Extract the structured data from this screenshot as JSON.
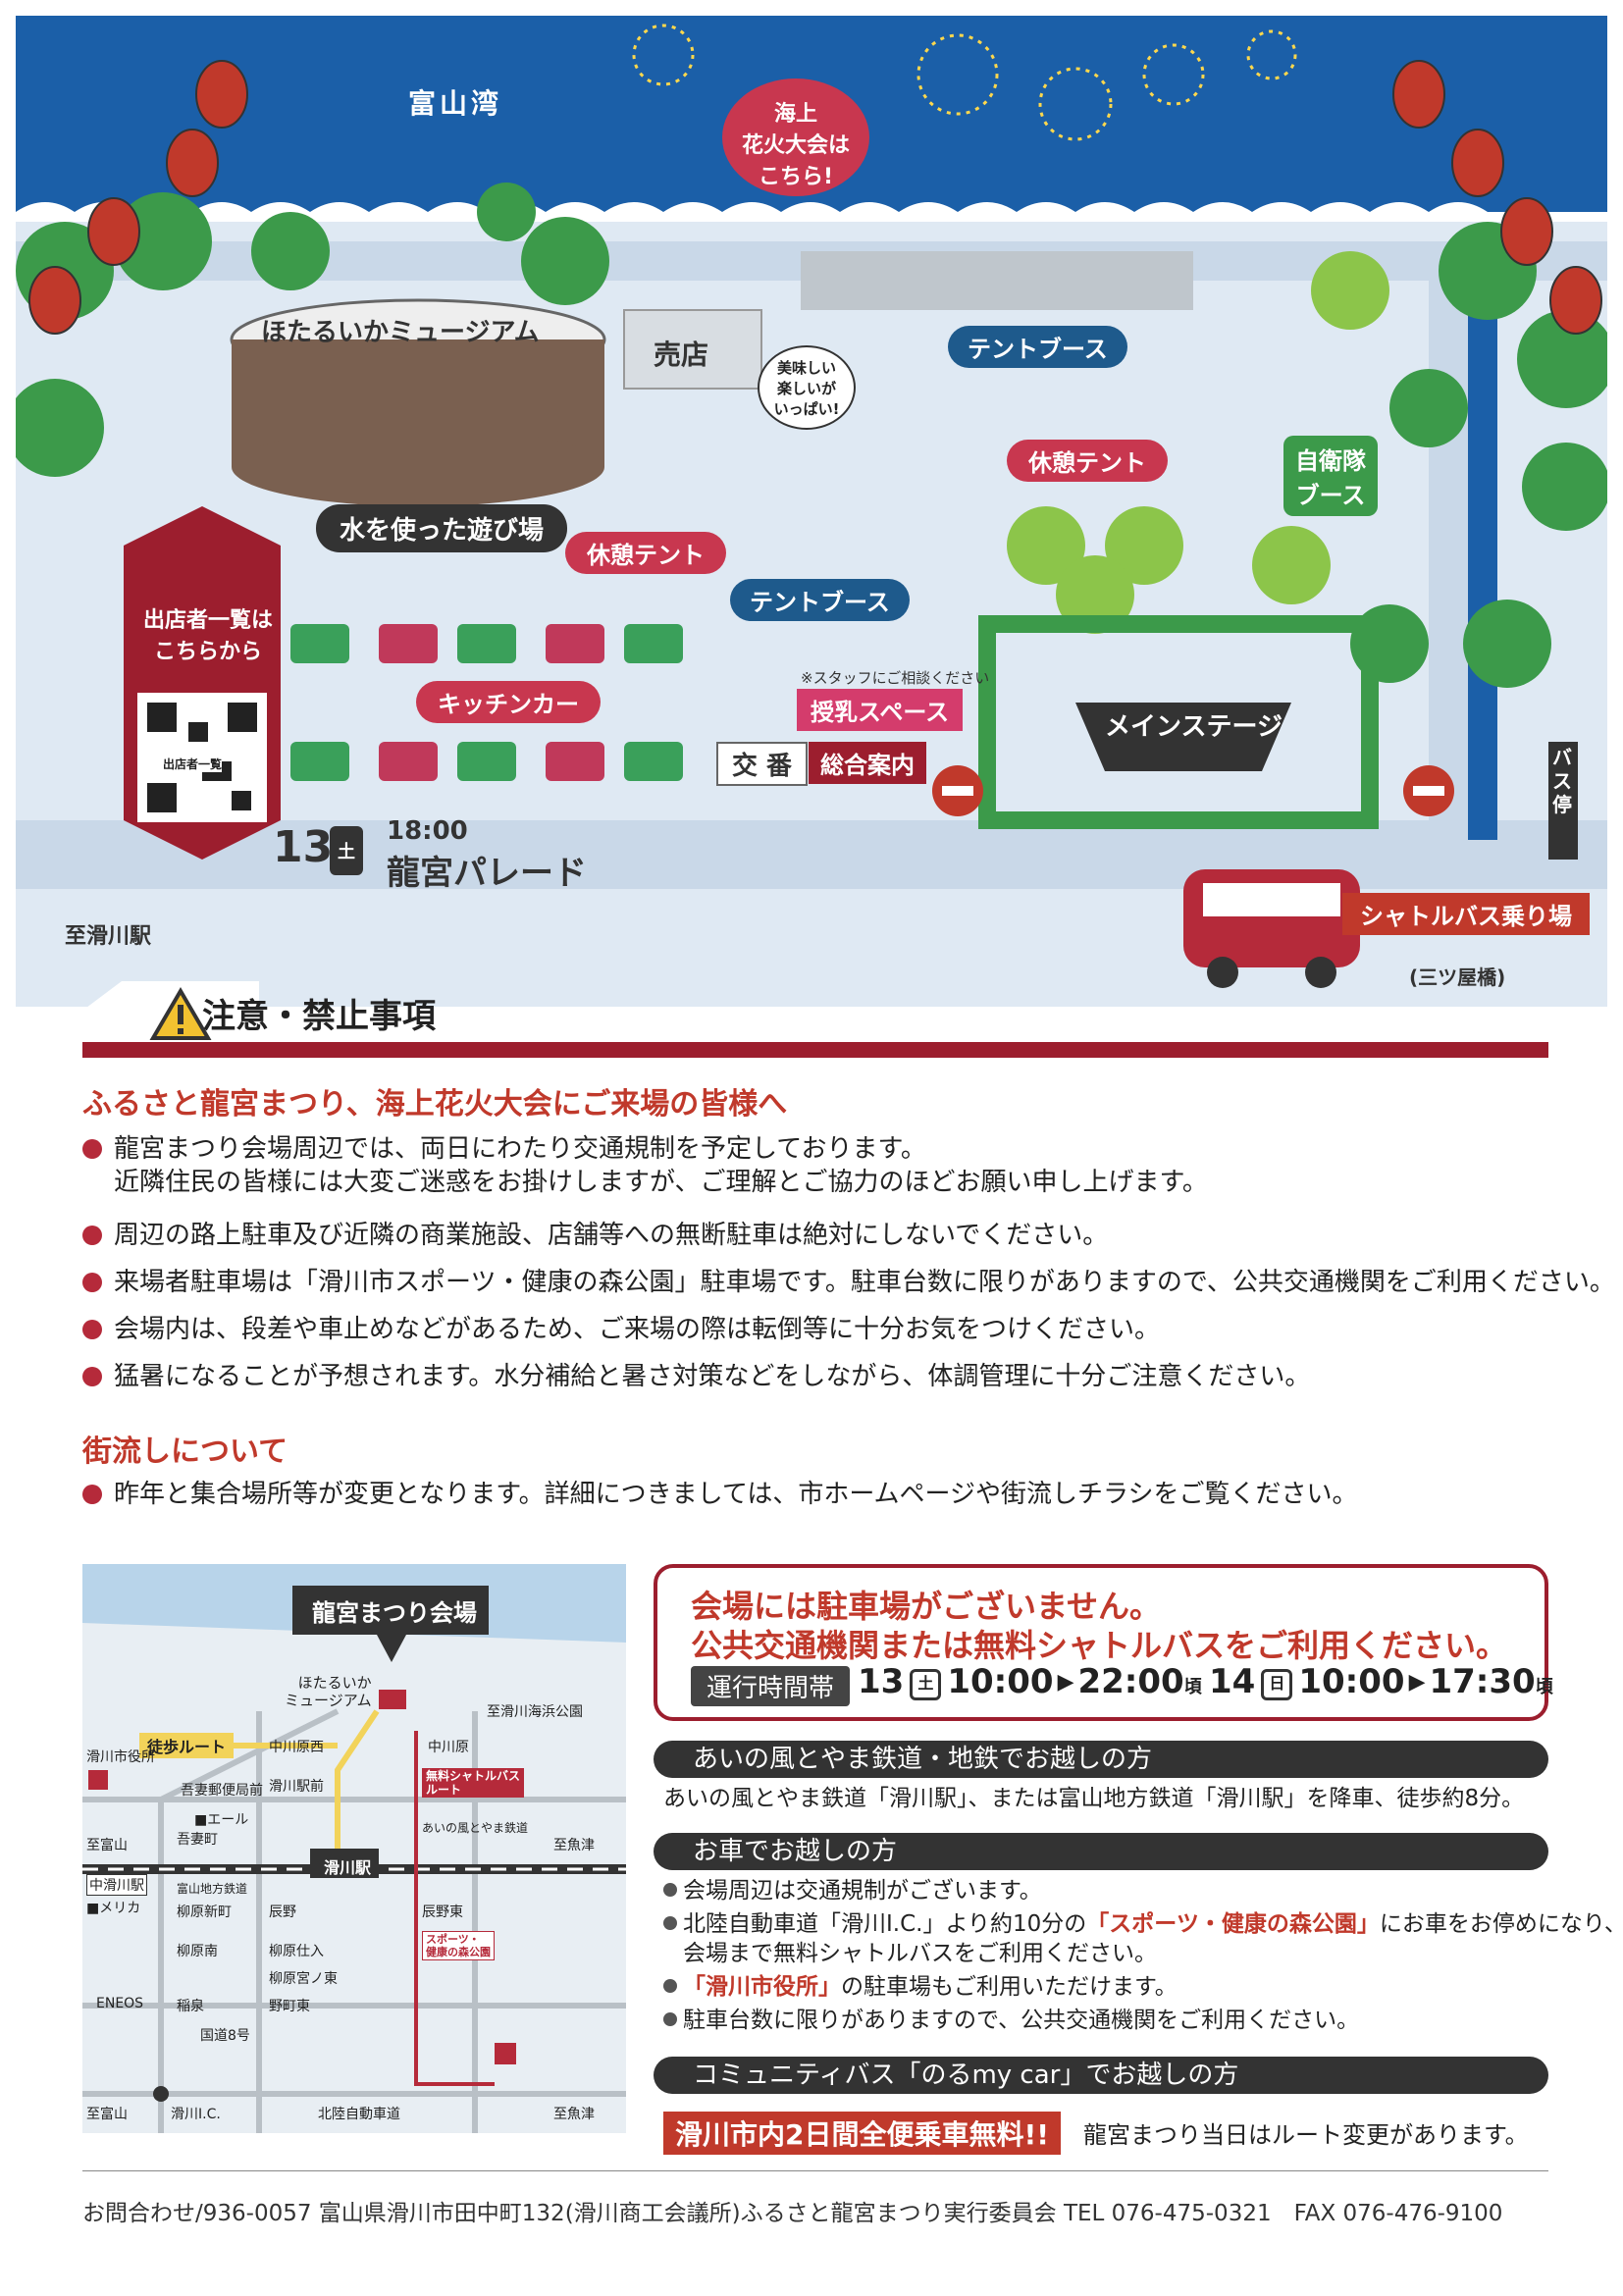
{
  "map": {
    "bay": "富山湾",
    "fireworks": "海上\n花火大会は\nこちら!",
    "museum": "ほたるいかミュージアム",
    "shop": "売店",
    "speech": "美味しい\n楽しいが\nいっぱい!",
    "tent_booth_1": "テントブース",
    "tent_booth_2": "テントブース",
    "rest_tent_1": "休憩テント",
    "rest_tent_2": "休憩テント",
    "water_play": "水を使った遊び場",
    "sdf_booth": "自衛隊\nブース",
    "kitchen_car": "キッチンカー",
    "nursing_note": "※スタッフにご相談ください",
    "nursing": "授乳スペース",
    "police": "交 番",
    "info_desk": "総合案内",
    "main_stage": "メインステージ",
    "vendor_list": "出店者一覧は\nこちらから",
    "qr_caption": "出店者一覧",
    "bus_stop": "バス停",
    "parade_day": "13",
    "parade_dow": "土",
    "parade_time": "18:00",
    "parade_name": "龍宮パレード",
    "to_station": "至滑川駅",
    "shuttle": "シャトルバス乗り場",
    "shuttle_loc": "(三ツ屋橋)"
  },
  "notice": {
    "title": "注意・禁止事項",
    "heading": "ふるさと龍宮まつり、海上花火大会にご来場の皆様へ",
    "items": [
      "龍宮まつり会場周辺では、両日にわたり交通規制を予定しております。",
      "周辺の路上駐車及び近隣の商業施設、店舗等への無断駐車は絶対にしないでください。",
      "来場者駐車場は「滑川市スポーツ・健康の森公園」駐車場です。駐車台数に限りがありますので、公共交通機関をご利用ください。",
      "会場内は、段差や車止めなどがあるため、ご来場の際は転倒等に十分お気をつけください。",
      "猛暑になることが予想されます。水分補給と暑さ対策などをしながら、体調管理に十分ご注意ください。"
    ],
    "item1_cont": "近隣住民の皆様には大変ご迷惑をお掛けしますが、ご理解とご協力のほどお願い申し上げます。",
    "parade_heading": "街流しについて",
    "parade_item": "昨年と集合場所等が変更となります。詳細につきましては、市ホームページや街流しチラシをご覧ください。"
  },
  "access": {
    "venue": "龍宮まつり会場",
    "museum": "ほたるいか\nミュージアム",
    "walk_route": "徒歩ルート",
    "shuttle_route": "無料シャトルバス\nルート",
    "places": {
      "nakanamerikawa_nishi": "中川原西",
      "nakanamerikawa": "中川原",
      "beach_park": "至滑川海浜公園",
      "city_hall": "滑川市役所",
      "post": "吾妻郵便局前",
      "station_front": "滑川駅前",
      "ael": "■エール",
      "azuma": "吾妻町",
      "to_toyama": "至富山",
      "ainokaze": "あいの風とやま鉄道",
      "to_uozu": "至魚津",
      "naka_station": "中滑川駅",
      "station": "滑川駅",
      "chiho": "富山地方鉄道",
      "merika": "■メリカ",
      "yanagihara_shin": "柳原新町",
      "tatsuno": "辰野",
      "tatsuno_higashi": "辰野東",
      "yanagihara_minami": "柳原南",
      "yanagihara_niire": "柳原仕入",
      "sports_park": "スポーツ・\n健康の森公園",
      "yanagihara_miyano": "柳原宮ノ東",
      "eneos": "ENEOS",
      "inazumi": "稲泉",
      "nonomachi": "野町東",
      "route8": "国道8号",
      "to_toyama2": "至富山",
      "ic": "滑川I.C.",
      "expressway": "北陸自動車道",
      "to_uozu2": "至魚津"
    }
  },
  "parking": {
    "line1": "会場には駐車場がございません。",
    "line2": "公共交通機関または無料シャトルバスをご利用ください。",
    "hours_label": "運行時間帯",
    "day1": "13",
    "day1_dow": "土",
    "day1_start": "10:00",
    "day1_end": "22:00",
    "day2": "14",
    "day2_dow": "日",
    "day2_start": "10:00",
    "day2_end": "17:30",
    "approx": "頃"
  },
  "train": {
    "heading": "あいの風とやま鉄道・地鉄でお越しの方",
    "text": "あいの風とやま鉄道「滑川駅」、または富山地方鉄道「滑川駅」を降車、徒歩約8分。"
  },
  "car": {
    "heading": "お車でお越しの方",
    "item1": "会場周辺は交通規制がございます。",
    "item2_a": "北陸自動車道「滑川I.C.」より約10分の",
    "item2_red": "「スポーツ・健康の森公園」",
    "item2_b": "にお車をお停めになり、",
    "item2_cont": "会場まで無料シャトルバスをご利用ください。",
    "item3_red": "「滑川市役所」",
    "item3_b": "の駐車場もご利用いただけます。",
    "item4": "駐車台数に限りがありますので、公共交通機関をご利用ください。"
  },
  "community_bus": {
    "heading": "コミュニティバス「のるmy car」でお越しの方",
    "badge": "滑川市内2日間全便乗車無料!!",
    "note": "龍宮まつり当日はルート変更があります。"
  },
  "footer": "お問合わせ/936-0057 富山県滑川市田中町132(滑川商工会議所)ふるさと龍宮まつり実行委員会 TEL 076-475-0321　FAX 076-476-9100"
}
